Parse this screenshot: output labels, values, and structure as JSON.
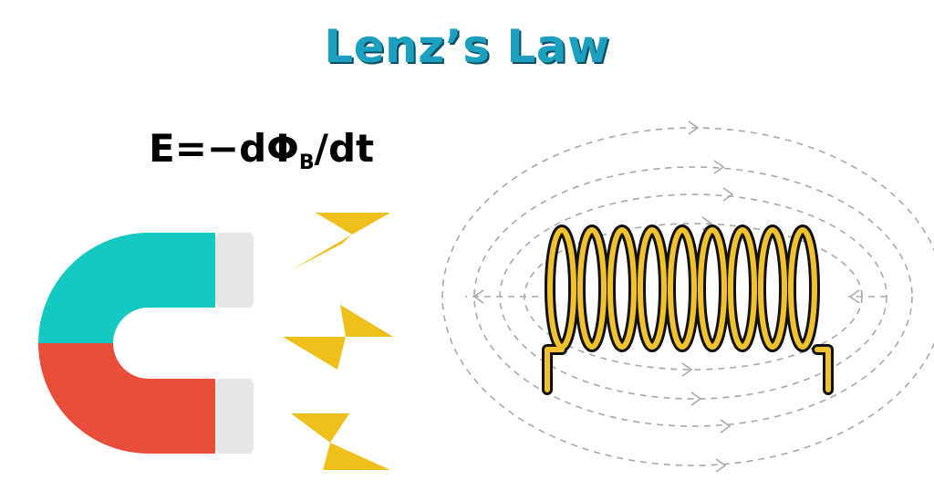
{
  "title": "Lenz’s Law",
  "formula": {
    "prefix": "E=−dΦ",
    "subscript": "B",
    "suffix": "/dt"
  },
  "colors": {
    "title": "#1d9fbf",
    "magnet_north": "#15c8c2",
    "magnet_south": "#e84c3b",
    "magnet_pole": "#e5e6e8",
    "lightning": "#efc01c",
    "coil": "#f2c12e",
    "field_lines": "#a9a9a9"
  },
  "icons": [
    "horseshoe-magnet-icon",
    "lightning-bolt-icon",
    "solenoid-coil-icon"
  ]
}
